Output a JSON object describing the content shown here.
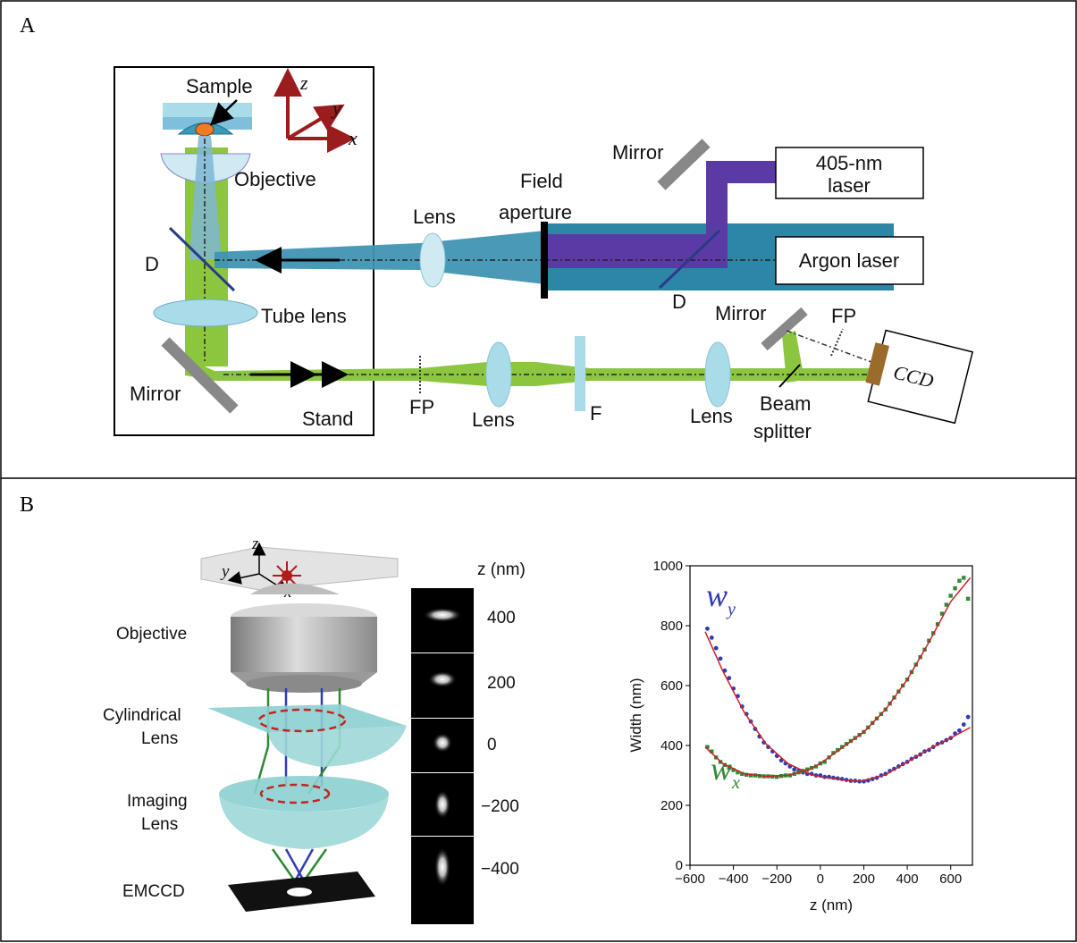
{
  "panel_a": {
    "letter": "A",
    "labels": {
      "sample": "Sample",
      "axis_z": "z",
      "axis_y": "y",
      "axis_x": "x",
      "objective": "Objective",
      "d_left": "D",
      "tube_lens": "Tube lens",
      "mirror_left": "Mirror",
      "stand": "Stand",
      "lens_exc": "Lens",
      "field_aperture_1": "Field",
      "field_aperture_2": "aperture",
      "mirror_top": "Mirror",
      "laser405_1": "405-nm",
      "laser405_2": "laser",
      "argon_laser": "Argon laser",
      "d_right": "D",
      "mirror_right": "Mirror",
      "fp_right": "FP",
      "fp_left": "FP",
      "lens_em1": "Lens",
      "filter": "F",
      "lens_em2": "Lens",
      "beam_splitter_1": "Beam",
      "beam_splitter_2": "splitter",
      "ccd": "CCD"
    }
  },
  "panel_b": {
    "letter": "B",
    "labels": {
      "objective": "Objective",
      "cyl_lens_1": "Cylindrical",
      "cyl_lens_2": "Lens",
      "imaging_lens_1": "Imaging",
      "imaging_lens_2": "Lens",
      "emccd": "EMCCD",
      "axis_z": "z",
      "axis_y": "y",
      "axis_x": "x",
      "z_header": "z (nm)",
      "z_values": [
        "400",
        "200",
        "0",
        "−200",
        "−400"
      ]
    },
    "colors": {
      "wy": "#2e3db3",
      "wx": "#2e8a35",
      "fit": "#d01f2a"
    }
  },
  "chart_data": {
    "type": "scatter",
    "title": "",
    "xlabel": "z (nm)",
    "ylabel": "Width (nm)",
    "xlim": [
      -600,
      700
    ],
    "ylim": [
      0,
      1000
    ],
    "xticks": [
      -600,
      -400,
      -200,
      0,
      200,
      400,
      600
    ],
    "yticks": [
      0,
      200,
      400,
      600,
      800,
      1000
    ],
    "xtick_labels": [
      "−600",
      "−400",
      "−200",
      "0",
      "200",
      "400",
      "600"
    ],
    "ytick_labels": [
      "0",
      "200",
      "400",
      "600",
      "800",
      "1000"
    ],
    "grid": false,
    "series": [
      {
        "name_main": "w",
        "name_sub": "y",
        "color": "#2e3db3",
        "points": [
          [
            -520,
            790
          ],
          [
            -500,
            760
          ],
          [
            -480,
            725
          ],
          [
            -460,
            690
          ],
          [
            -440,
            650
          ],
          [
            -420,
            625
          ],
          [
            -400,
            590
          ],
          [
            -380,
            565
          ],
          [
            -360,
            530
          ],
          [
            -340,
            505
          ],
          [
            -320,
            480
          ],
          [
            -300,
            455
          ],
          [
            -280,
            430
          ],
          [
            -260,
            410
          ],
          [
            -240,
            395
          ],
          [
            -220,
            380
          ],
          [
            -200,
            365
          ],
          [
            -180,
            350
          ],
          [
            -160,
            340
          ],
          [
            -140,
            330
          ],
          [
            -120,
            320
          ],
          [
            -100,
            315
          ],
          [
            -80,
            310
          ],
          [
            -60,
            305
          ],
          [
            -40,
            305
          ],
          [
            -20,
            300
          ],
          [
            0,
            300
          ],
          [
            20,
            295
          ],
          [
            40,
            295
          ],
          [
            60,
            292
          ],
          [
            80,
            290
          ],
          [
            100,
            288
          ],
          [
            120,
            285
          ],
          [
            140,
            282
          ],
          [
            160,
            282
          ],
          [
            180,
            280
          ],
          [
            200,
            280
          ],
          [
            220,
            283
          ],
          [
            240,
            288
          ],
          [
            260,
            292
          ],
          [
            280,
            300
          ],
          [
            300,
            305
          ],
          [
            320,
            315
          ],
          [
            340,
            322
          ],
          [
            360,
            330
          ],
          [
            380,
            338
          ],
          [
            400,
            345
          ],
          [
            420,
            355
          ],
          [
            440,
            362
          ],
          [
            460,
            370
          ],
          [
            480,
            380
          ],
          [
            500,
            385
          ],
          [
            520,
            395
          ],
          [
            540,
            405
          ],
          [
            560,
            410
          ],
          [
            580,
            418
          ],
          [
            600,
            425
          ],
          [
            620,
            440
          ],
          [
            640,
            450
          ],
          [
            660,
            470
          ],
          [
            680,
            495
          ]
        ]
      },
      {
        "name_main": "w",
        "name_sub": "x",
        "color": "#2e8a35",
        "points": [
          [
            -520,
            395
          ],
          [
            -500,
            380
          ],
          [
            -480,
            360
          ],
          [
            -460,
            345
          ],
          [
            -440,
            335
          ],
          [
            -420,
            325
          ],
          [
            -400,
            318
          ],
          [
            -380,
            310
          ],
          [
            -360,
            305
          ],
          [
            -340,
            302
          ],
          [
            -320,
            300
          ],
          [
            -300,
            300
          ],
          [
            -280,
            298
          ],
          [
            -260,
            297
          ],
          [
            -240,
            297
          ],
          [
            -220,
            296
          ],
          [
            -200,
            295
          ],
          [
            -180,
            298
          ],
          [
            -160,
            300
          ],
          [
            -140,
            300
          ],
          [
            -120,
            305
          ],
          [
            -100,
            310
          ],
          [
            -80,
            315
          ],
          [
            -60,
            320
          ],
          [
            -40,
            325
          ],
          [
            -20,
            330
          ],
          [
            0,
            340
          ],
          [
            20,
            345
          ],
          [
            40,
            360
          ],
          [
            60,
            375
          ],
          [
            80,
            385
          ],
          [
            100,
            395
          ],
          [
            120,
            405
          ],
          [
            140,
            415
          ],
          [
            160,
            425
          ],
          [
            180,
            435
          ],
          [
            200,
            445
          ],
          [
            220,
            460
          ],
          [
            240,
            475
          ],
          [
            260,
            490
          ],
          [
            280,
            505
          ],
          [
            300,
            520
          ],
          [
            320,
            540
          ],
          [
            340,
            560
          ],
          [
            360,
            580
          ],
          [
            380,
            600
          ],
          [
            400,
            620
          ],
          [
            420,
            645
          ],
          [
            440,
            670
          ],
          [
            460,
            695
          ],
          [
            480,
            720
          ],
          [
            500,
            750
          ],
          [
            520,
            775
          ],
          [
            540,
            805
          ],
          [
            560,
            840
          ],
          [
            580,
            870
          ],
          [
            600,
            900
          ],
          [
            620,
            925
          ],
          [
            640,
            950
          ],
          [
            660,
            960
          ],
          [
            680,
            890
          ]
        ]
      },
      {
        "name": "",
        "color": "#d01f2a",
        "style": "line",
        "points": [
          [
            -530,
            780
          ],
          [
            -450,
            650
          ],
          [
            -350,
            510
          ],
          [
            -250,
            405
          ],
          [
            -150,
            340
          ],
          [
            -50,
            305
          ],
          [
            0,
            295
          ],
          [
            100,
            285
          ],
          [
            180,
            280
          ],
          [
            300,
            302
          ],
          [
            400,
            345
          ],
          [
            500,
            388
          ],
          [
            600,
            425
          ],
          [
            690,
            460
          ]
        ]
      },
      {
        "name": "",
        "color": "#d01f2a",
        "style": "line",
        "points": [
          [
            -530,
            395
          ],
          [
            -450,
            340
          ],
          [
            -350,
            305
          ],
          [
            -250,
            297
          ],
          [
            -150,
            300
          ],
          [
            -50,
            320
          ],
          [
            0,
            340
          ],
          [
            100,
            392
          ],
          [
            200,
            445
          ],
          [
            300,
            520
          ],
          [
            400,
            620
          ],
          [
            500,
            745
          ],
          [
            600,
            880
          ],
          [
            690,
            960
          ]
        ]
      }
    ]
  }
}
